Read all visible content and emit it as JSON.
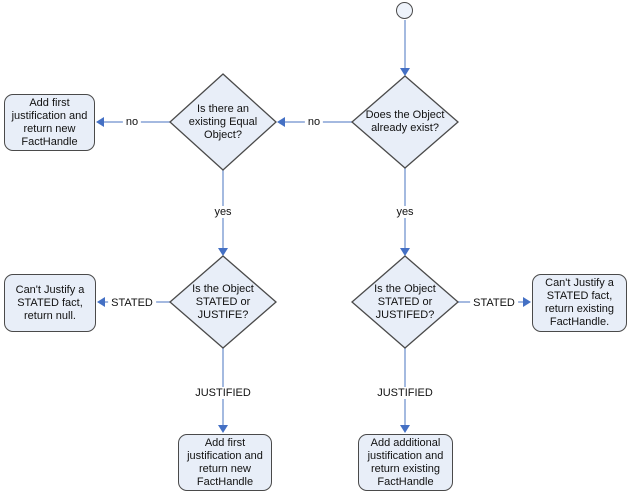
{
  "colors": {
    "shape_fill": "#e8eef8",
    "shape_border": "#4a4a4a",
    "connector_line": "#85a2d6",
    "arrowhead": "#4470c4",
    "text": "#111111",
    "background": "#ffffff"
  },
  "nodes": {
    "decision_object_exists": {
      "label": "Does the Object\nalready exist?"
    },
    "decision_equal_object": {
      "label": "Is there an\nexisting Equal\nObject?"
    },
    "box_add_first_new_top": {
      "label": "Add first\njustification and\nreturn new\nFactHandle"
    },
    "decision_stated_left": {
      "label": "Is the Object\nSTATED or\nJUSTIFE?"
    },
    "box_return_null": {
      "label": "Can't Justify a\nSTATED fact,\nreturn null."
    },
    "decision_stated_right": {
      "label": "Is the Object\nSTATED or\nJUSTIFED?"
    },
    "box_return_existing": {
      "label": "Can't Justify a\nSTATED fact,\nreturn existing\nFactHandle."
    },
    "box_add_first_new_bottom": {
      "label": "Add first\njustification and\nreturn new\nFactHandle"
    },
    "box_add_additional": {
      "label": "Add additional\njustification and\nreturn existing\nFactHandle"
    }
  },
  "edges": {
    "exists_no": "no",
    "equal_no": "no",
    "equal_yes": "yes",
    "exists_yes": "yes",
    "left_stated": "STATED",
    "left_justified": "JUSTIFIED",
    "right_stated": "STATED",
    "right_justified": "JUSTIFIED"
  }
}
